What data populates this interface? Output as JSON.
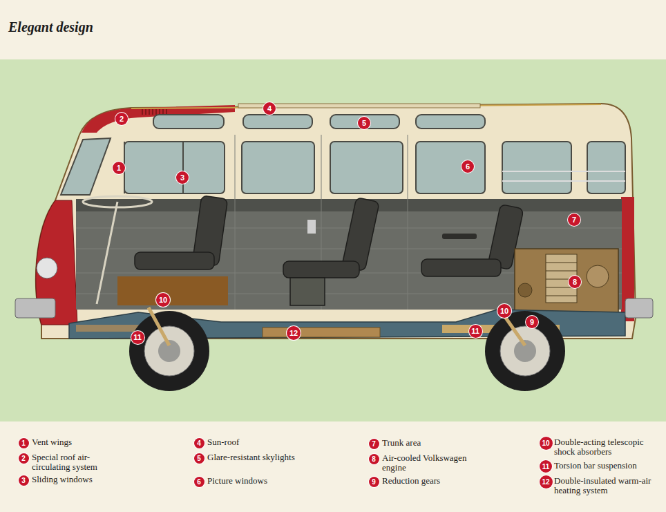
{
  "diagram": {
    "title": "Elegant design",
    "labels": [
      "1",
      "2",
      "3",
      "4",
      "5",
      "6",
      "7",
      "8",
      "9",
      "10",
      "10",
      "11",
      "11",
      "12",
      "1",
      "2",
      "3",
      "4",
      "5",
      "6",
      "7",
      "8",
      "9",
      "10",
      "11",
      "12"
    ],
    "legend": [
      {
        "text": "Vent wings"
      },
      {
        "text": "Special roof air-circulating system"
      },
      {
        "text": "Sliding windows"
      },
      {
        "text": "Sun-roof"
      },
      {
        "text": "Glare-resistant skylights"
      },
      {
        "text": "Picture windows"
      },
      {
        "text": "Trunk area"
      },
      {
        "text": "Air-cooled Volkswagen engine"
      },
      {
        "text": "Reduction gears"
      },
      {
        "text": "Double-acting telescopic shock absorbers"
      },
      {
        "text": "Torsion bar suspension"
      },
      {
        "text": "Double-insulated warm-air heating system"
      }
    ]
  }
}
